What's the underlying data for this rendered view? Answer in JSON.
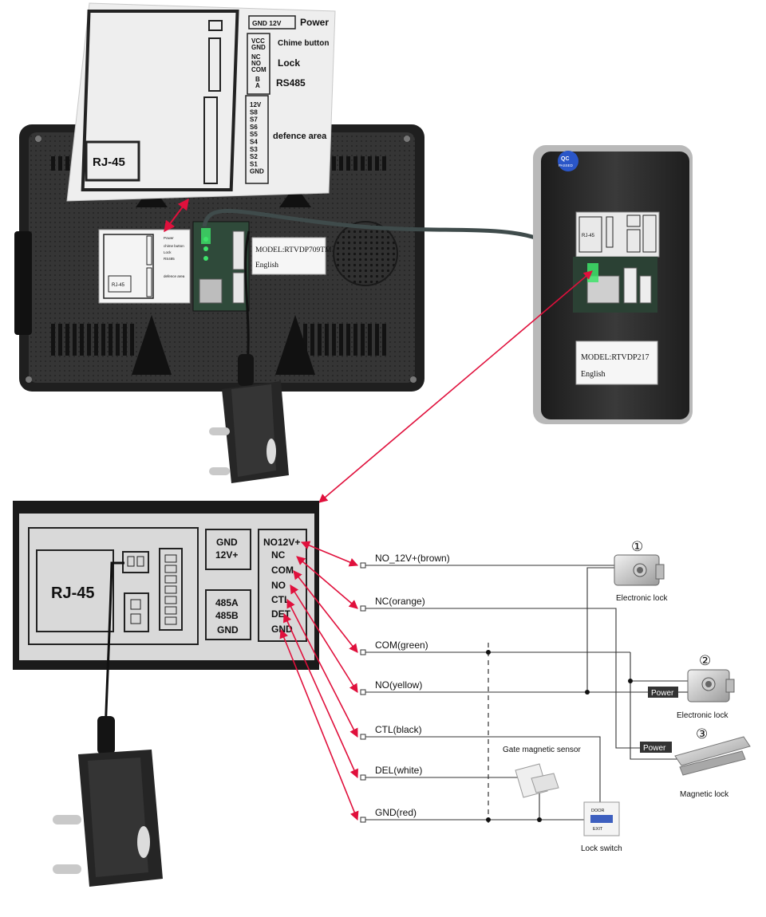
{
  "wiring_sheet": {
    "power_pins": "GND  12V",
    "power_label": "Power",
    "chime_pins": [
      "VCC",
      "GND"
    ],
    "chime_label": "Chime button",
    "lock_pins": [
      "NC",
      "NO",
      "COM"
    ],
    "lock_label": "Lock",
    "rs485_pins": [
      "B",
      "A"
    ],
    "rs485_label": "RS485",
    "defence_pins": [
      "12V",
      "S8",
      "S7",
      "S6",
      "S5",
      "S4",
      "S3",
      "S2",
      "S1",
      "GND"
    ],
    "defence_label": "defence area",
    "rj45_label": "RJ-45"
  },
  "monitor_sticker": {
    "model": "MODEL:RTVDP709TM",
    "language": "English",
    "mini_labels": [
      "Power",
      "chime button",
      "Lock",
      "RS485",
      "defence area"
    ],
    "mini_rj45": "RJ-45"
  },
  "door_unit": {
    "qc_badge": "QC",
    "qc_sub": "PASSED",
    "mini_rj45": "RJ-45",
    "model": "MODEL:RTVDP217",
    "language": "English"
  },
  "terminal_panel": {
    "rj45_label": "RJ-45",
    "power_block": [
      "GND",
      "12V+"
    ],
    "bus_block": [
      "485A",
      "485B",
      "GND"
    ],
    "terminals": [
      "NO12V+",
      "NC",
      "COM",
      "NO",
      "CTL",
      "DET",
      "GND"
    ]
  },
  "wires": [
    "NO_12V+(brown)",
    "NC(orange)",
    "COM(green)",
    "NO(yellow)",
    "CTL(black)",
    "DEL(white)",
    "GND(red)"
  ],
  "devices": {
    "lock1_number": "①",
    "lock1_label": "Electronic lock",
    "lock2_number": "②",
    "lock2_label": "Electronic lock",
    "lock3_number": "③",
    "lock3_label": "Magnetic lock",
    "power_label_1": "Power",
    "power_label_2": "Power",
    "sensor_label": "Gate magnetic sensor",
    "switch_label": "Lock switch",
    "switch_top_text": "DOOR",
    "switch_bottom_text": "EXIT"
  },
  "colors": {
    "arrow": "#e0103c",
    "device_body": "#2b2b2b",
    "panel_bg": "#d9d9d9",
    "frame": "#1a1a1a"
  }
}
